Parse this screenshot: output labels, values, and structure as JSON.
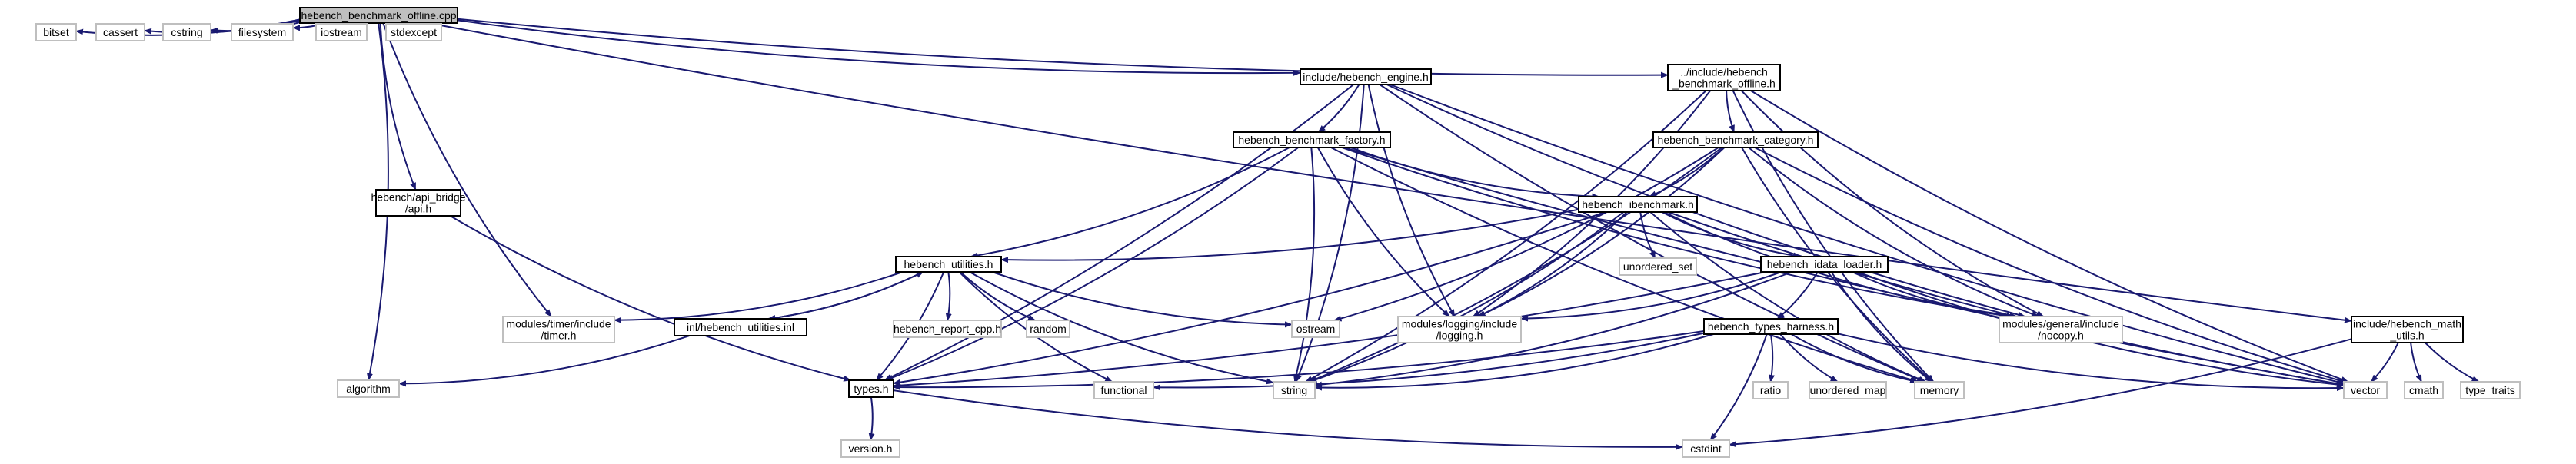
{
  "diagram": {
    "type": "include-dependency-graph",
    "nodes": [
      {
        "id": "root",
        "lines": [
          "hebench_benchmark_offline.cpp"
        ],
        "style": "root"
      },
      {
        "id": "bitset",
        "lines": [
          "bitset"
        ],
        "style": "external"
      },
      {
        "id": "cassert",
        "lines": [
          "cassert"
        ],
        "style": "external"
      },
      {
        "id": "cstring",
        "lines": [
          "cstring"
        ],
        "style": "external"
      },
      {
        "id": "filesystem",
        "lines": [
          "filesystem"
        ],
        "style": "external"
      },
      {
        "id": "iostream",
        "lines": [
          "iostream"
        ],
        "style": "external"
      },
      {
        "id": "stdexcept",
        "lines": [
          "stdexcept"
        ],
        "style": "external"
      },
      {
        "id": "engine",
        "lines": [
          "include/hebench_engine.h"
        ],
        "style": "internal"
      },
      {
        "id": "offline_h",
        "lines": [
          "../include/hebench",
          "_benchmark_offline.h"
        ],
        "style": "internal"
      },
      {
        "id": "factory",
        "lines": [
          "hebench_benchmark_factory.h"
        ],
        "style": "internal"
      },
      {
        "id": "category",
        "lines": [
          "hebench_benchmark_category.h"
        ],
        "style": "internal"
      },
      {
        "id": "api_bridge",
        "lines": [
          "hebench/api_bridge",
          "/api.h"
        ],
        "style": "internal"
      },
      {
        "id": "ibenchmark",
        "lines": [
          "hebench_ibenchmark.h"
        ],
        "style": "internal"
      },
      {
        "id": "utilities",
        "lines": [
          "hebench_utilities.h"
        ],
        "style": "internal"
      },
      {
        "id": "unordered_set",
        "lines": [
          "unordered_set"
        ],
        "style": "external"
      },
      {
        "id": "idata_loader",
        "lines": [
          "hebench_idata_loader.h"
        ],
        "style": "internal"
      },
      {
        "id": "timer",
        "lines": [
          "modules/timer/include",
          "/timer.h"
        ],
        "style": "external"
      },
      {
        "id": "utilities_inl",
        "lines": [
          "inl/hebench_utilities.inl"
        ],
        "style": "internal"
      },
      {
        "id": "report_cpp",
        "lines": [
          "hebench_report_cpp.h"
        ],
        "style": "external"
      },
      {
        "id": "random",
        "lines": [
          "random"
        ],
        "style": "external"
      },
      {
        "id": "ostream",
        "lines": [
          "ostream"
        ],
        "style": "external"
      },
      {
        "id": "logging",
        "lines": [
          "modules/logging/include",
          "/logging.h"
        ],
        "style": "external"
      },
      {
        "id": "nocopy",
        "lines": [
          "modules/general/include",
          "/nocopy.h"
        ],
        "style": "external"
      },
      {
        "id": "math_utils",
        "lines": [
          "include/hebench_math",
          "_utils.h"
        ],
        "style": "internal"
      },
      {
        "id": "types_harness",
        "lines": [
          "hebench_types_harness.h"
        ],
        "style": "internal"
      },
      {
        "id": "algorithm",
        "lines": [
          "algorithm"
        ],
        "style": "external"
      },
      {
        "id": "types_h",
        "lines": [
          "types.h"
        ],
        "style": "internal"
      },
      {
        "id": "functional",
        "lines": [
          "functional"
        ],
        "style": "external"
      },
      {
        "id": "string",
        "lines": [
          "string"
        ],
        "style": "external"
      },
      {
        "id": "ratio",
        "lines": [
          "ratio"
        ],
        "style": "external"
      },
      {
        "id": "unordered_map",
        "lines": [
          "unordered_map"
        ],
        "style": "external"
      },
      {
        "id": "memory",
        "lines": [
          "memory"
        ],
        "style": "external"
      },
      {
        "id": "vector",
        "lines": [
          "vector"
        ],
        "style": "external"
      },
      {
        "id": "cmath",
        "lines": [
          "cmath"
        ],
        "style": "external"
      },
      {
        "id": "type_traits",
        "lines": [
          "type_traits"
        ],
        "style": "external"
      },
      {
        "id": "version_h",
        "lines": [
          "version.h"
        ],
        "style": "external"
      },
      {
        "id": "cstdint",
        "lines": [
          "cstdint"
        ],
        "style": "external"
      }
    ],
    "edges": [
      [
        "root",
        "bitset"
      ],
      [
        "root",
        "cassert"
      ],
      [
        "root",
        "cstring"
      ],
      [
        "root",
        "filesystem"
      ],
      [
        "root",
        "iostream"
      ],
      [
        "root",
        "stdexcept"
      ],
      [
        "root",
        "engine"
      ],
      [
        "root",
        "offline_h"
      ],
      [
        "root",
        "api_bridge"
      ],
      [
        "root",
        "timer"
      ],
      [
        "root",
        "algorithm"
      ],
      [
        "root",
        "math_utils"
      ],
      [
        "engine",
        "factory"
      ],
      [
        "engine",
        "types_h"
      ],
      [
        "engine",
        "string"
      ],
      [
        "engine",
        "logging"
      ],
      [
        "engine",
        "memory"
      ],
      [
        "engine",
        "vector"
      ],
      [
        "engine",
        "nocopy"
      ],
      [
        "offline_h",
        "category"
      ],
      [
        "offline_h",
        "string"
      ],
      [
        "offline_h",
        "logging"
      ],
      [
        "offline_h",
        "nocopy"
      ],
      [
        "offline_h",
        "memory"
      ],
      [
        "offline_h",
        "vector"
      ],
      [
        "factory",
        "utilities"
      ],
      [
        "factory",
        "ibenchmark"
      ],
      [
        "factory",
        "logging"
      ],
      [
        "factory",
        "nocopy"
      ],
      [
        "factory",
        "types_h"
      ],
      [
        "factory",
        "string"
      ],
      [
        "factory",
        "memory"
      ],
      [
        "factory",
        "vector"
      ],
      [
        "category",
        "ibenchmark"
      ],
      [
        "category",
        "ostream"
      ],
      [
        "category",
        "string"
      ],
      [
        "category",
        "logging"
      ],
      [
        "category",
        "nocopy"
      ],
      [
        "category",
        "memory"
      ],
      [
        "category",
        "vector"
      ],
      [
        "api_bridge",
        "types_h"
      ],
      [
        "ibenchmark",
        "utilities"
      ],
      [
        "ibenchmark",
        "unordered_set"
      ],
      [
        "ibenchmark",
        "idata_loader"
      ],
      [
        "ibenchmark",
        "logging"
      ],
      [
        "ibenchmark",
        "nocopy"
      ],
      [
        "ibenchmark",
        "types_h"
      ],
      [
        "ibenchmark",
        "string"
      ],
      [
        "ibenchmark",
        "memory"
      ],
      [
        "ibenchmark",
        "vector"
      ],
      [
        "utilities",
        "timer"
      ],
      [
        "utilities",
        "utilities_inl"
      ],
      [
        "utilities",
        "report_cpp"
      ],
      [
        "utilities",
        "random"
      ],
      [
        "utilities",
        "ostream"
      ],
      [
        "utilities",
        "types_h"
      ],
      [
        "utilities",
        "functional"
      ],
      [
        "utilities",
        "string"
      ],
      [
        "utilities_inl",
        "utilities"
      ],
      [
        "utilities_inl",
        "algorithm"
      ],
      [
        "idata_loader",
        "types_harness"
      ],
      [
        "idata_loader",
        "logging"
      ],
      [
        "idata_loader",
        "nocopy"
      ],
      [
        "idata_loader",
        "types_h"
      ],
      [
        "idata_loader",
        "string"
      ],
      [
        "idata_loader",
        "memory"
      ],
      [
        "idata_loader",
        "vector"
      ],
      [
        "types_harness",
        "types_h"
      ],
      [
        "types_harness",
        "functional"
      ],
      [
        "types_harness",
        "string"
      ],
      [
        "types_harness",
        "ratio"
      ],
      [
        "types_harness",
        "unordered_map"
      ],
      [
        "types_harness",
        "memory"
      ],
      [
        "types_harness",
        "vector"
      ],
      [
        "types_harness",
        "cstdint"
      ],
      [
        "math_utils",
        "vector"
      ],
      [
        "math_utils",
        "cmath"
      ],
      [
        "math_utils",
        "type_traits"
      ],
      [
        "math_utils",
        "cstdint"
      ],
      [
        "types_h",
        "version_h"
      ],
      [
        "types_h",
        "cstdint"
      ]
    ]
  }
}
